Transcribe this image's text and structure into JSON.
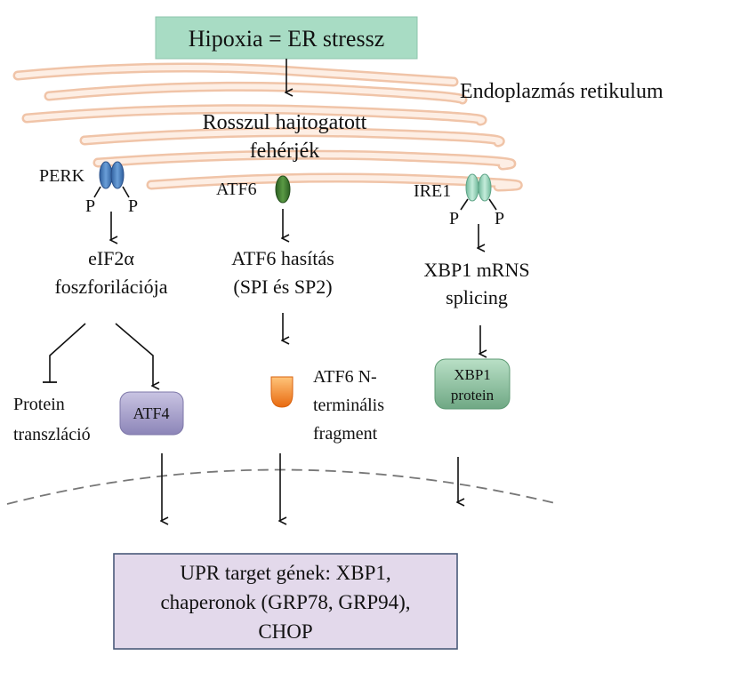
{
  "trigger": {
    "label": "Hipoxia = ER stressz"
  },
  "organelle": {
    "label": "Endoplazmás retikulum"
  },
  "misfolded": {
    "line1": "Rosszul hajtogatott",
    "line2": "fehérjék"
  },
  "perk": {
    "name": "PERK",
    "phospho_left": "P",
    "phospho_right": "P",
    "step1_line1": "eIF2α",
    "step1_line2": "foszforilációja",
    "inhibited_line1": "Protein",
    "inhibited_line2": "transzláció",
    "atf4": "ATF4"
  },
  "atf6": {
    "name": "ATF6",
    "step1_line1": "ATF6 hasítás",
    "step1_line2": "(SPI és SP2)",
    "fragment_line1": "ATF6 N-",
    "fragment_line2": "terminális",
    "fragment_line3": "fragment"
  },
  "ire1": {
    "name": "IRE1",
    "phospho_left": "P",
    "phospho_right": "P",
    "step1_line1": "XBP1 mRNS",
    "step1_line2": "splicing",
    "protein_line1": "XBP1",
    "protein_line2": "protein"
  },
  "targets": {
    "line1": "UPR target gének: XBP1,",
    "line2": "chaperonok (GRP78, GRP94),",
    "line3": "CHOP"
  },
  "colors": {
    "trigger_box": "#a8dcc4",
    "er_membrane": "#f0c4a8",
    "perk_blue": "#4a7fc0",
    "atf6_green": "#3a7a2e",
    "ire1_teal": "#8fcfb4",
    "atf4_lavender": "#a9a3cc",
    "fragment_orange": "#f08a2c",
    "xbp1_green": "#8fc4a0",
    "targets_box": "#e3d9eb",
    "targets_border": "#4a5a7a"
  }
}
